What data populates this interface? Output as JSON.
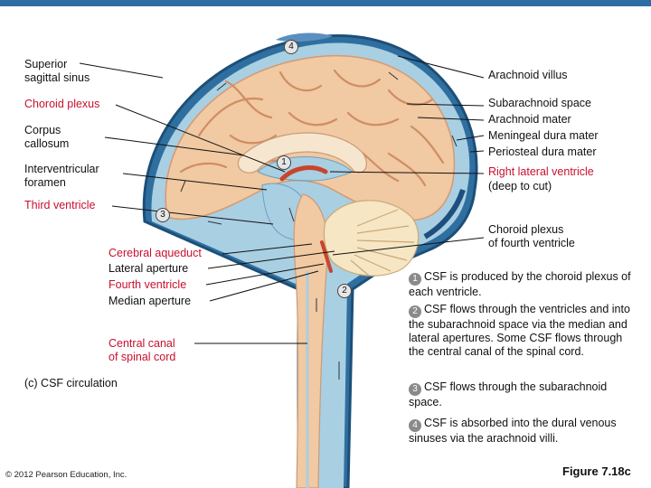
{
  "labels": {
    "superior_sagittal_sinus": "Superior\nsagittal sinus",
    "choroid_plexus": "Choroid plexus",
    "corpus_callosum": "Corpus\ncallosum",
    "interventricular_foramen": "Interventricular\nforamen",
    "third_ventricle": "Third ventricle",
    "cerebral_aqueduct": "Cerebral aqueduct",
    "lateral_aperture": "Lateral aperture",
    "fourth_ventricle": "Fourth ventricle",
    "median_aperture": "Median aperture",
    "central_canal": "Central canal\nof spinal cord",
    "arachnoid_villus": "Arachnoid villus",
    "subarachnoid_space": "Subarachnoid space",
    "arachnoid_mater": "Arachnoid mater",
    "meningeal_dura": "Meningeal dura mater",
    "periosteal_dura": "Periosteal dura mater",
    "right_lateral_ventricle": "Right lateral ventricle",
    "deep_to_cut": "(deep to cut)",
    "choroid_plexus_fourth": "Choroid plexus\nof fourth ventricle"
  },
  "markers": {
    "m1": "1",
    "m2": "2",
    "m3": "3",
    "m4": "4"
  },
  "caption": "(c) CSF circulation",
  "steps": [
    {
      "num": "1",
      "text": "CSF is produced by the choroid plexus of each ventricle."
    },
    {
      "num": "2",
      "text": "CSF flows through the ventricles and into the subarachnoid space via the median and lateral apertures. Some CSF flows through the central canal of the spinal cord."
    },
    {
      "num": "3",
      "text": "CSF flows through the subarachnoid space."
    },
    {
      "num": "4",
      "text": "CSF is absorbed into the dural venous sinuses via the arachnoid villi."
    }
  ],
  "copyright": "© 2012 Pearson Education, Inc.",
  "figure": "Figure 7.18c",
  "colors": {
    "label_red": "#c8102e",
    "top_bar": "#2e6da4",
    "csf_blue": "#a9cfe3",
    "brain_tan": "#f1c9a2",
    "cerebellum": "#f6e6c4",
    "choroid_red": "#c8452c"
  }
}
